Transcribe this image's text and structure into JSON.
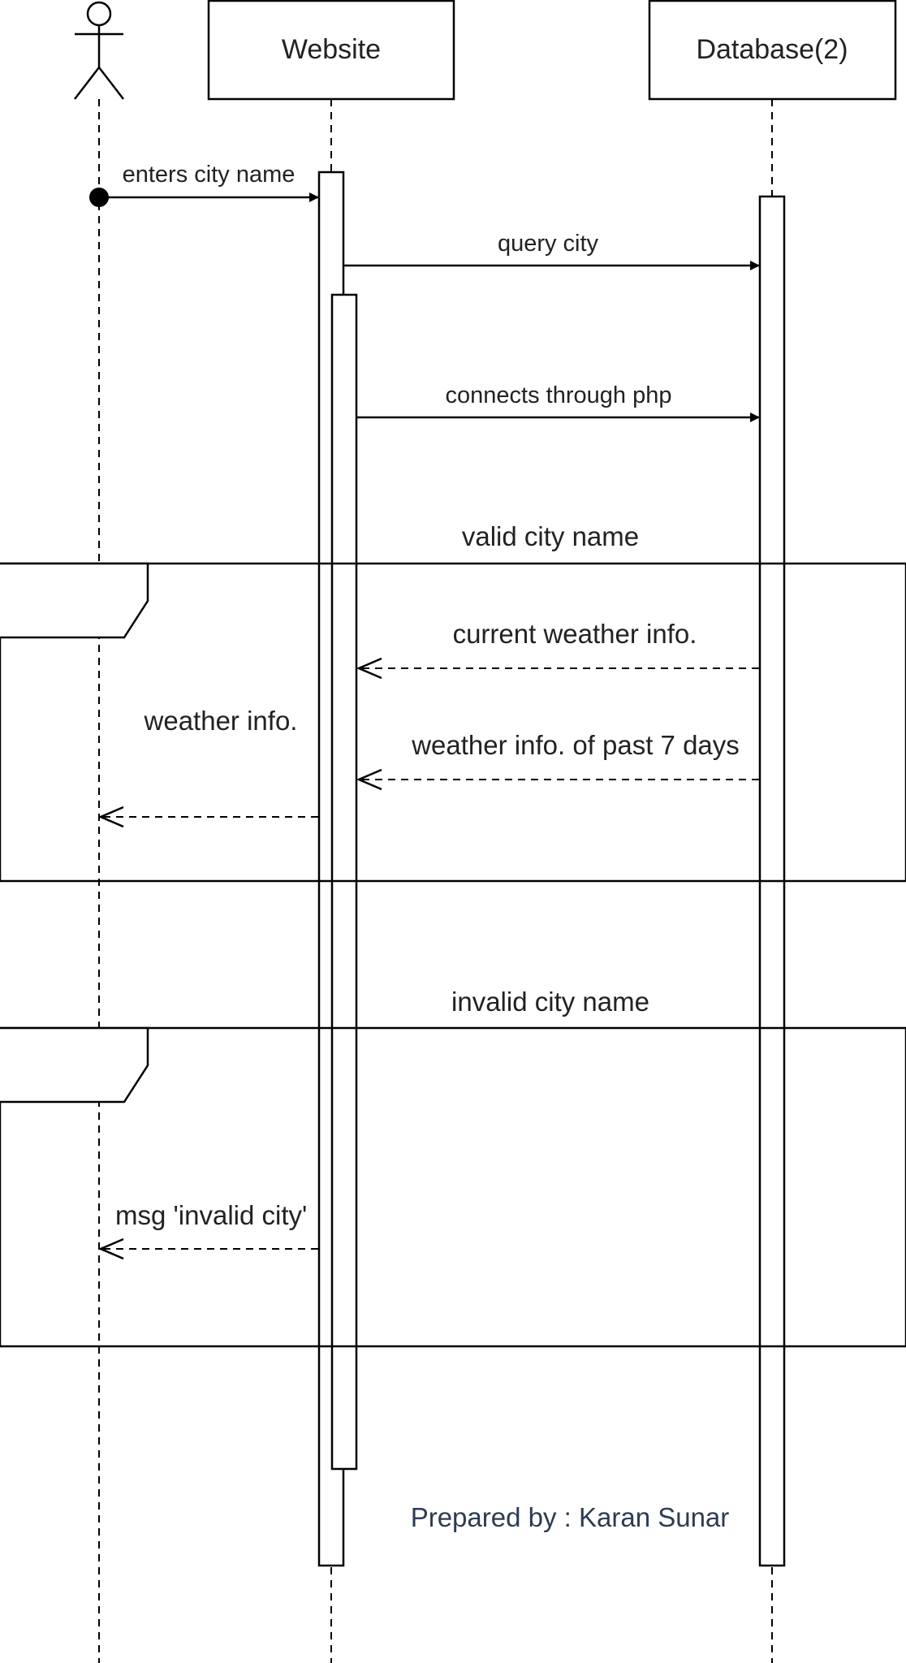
{
  "participants": {
    "website": "Website",
    "database": "Database(2)"
  },
  "messages": {
    "enters_city": "enters city name",
    "query_city": "query city",
    "connects_php": "connects through php",
    "current_weather": "current weather info.",
    "past_weather": "weather info. of past 7 days",
    "weather_info": "weather info.",
    "invalid_msg": "msg 'invalid city'"
  },
  "fragments": {
    "valid_guard": "valid city name",
    "invalid_guard": "invalid city name"
  },
  "footer": {
    "credit": "Prepared by : Karan Sunar"
  },
  "colors": {
    "line": "#000000",
    "text": "#222222",
    "credit": "#2e3c52"
  }
}
